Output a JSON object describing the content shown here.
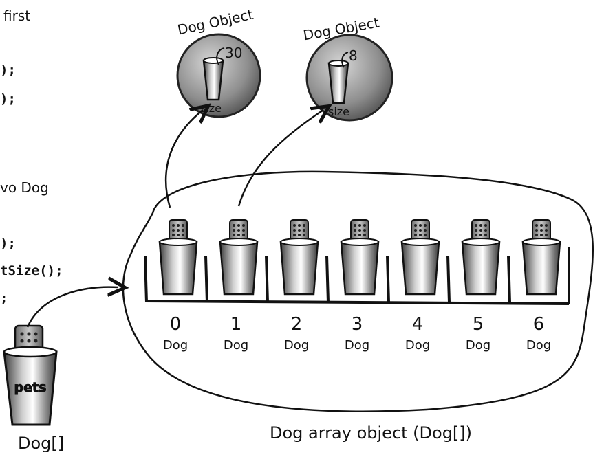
{
  "code_fragments": {
    "line_first": "first",
    "line_1": ");",
    "line_2": ");",
    "line_dog": "vo Dog",
    "line_3": ");",
    "line_4": "tSize();",
    "line_5": ";"
  },
  "dog_objects": [
    {
      "title": "Dog Object",
      "value": "30",
      "field": "size"
    },
    {
      "title": "Dog Object",
      "value": "8",
      "field": "size"
    }
  ],
  "array": {
    "indices": [
      "0",
      "1",
      "2",
      "3",
      "4",
      "5",
      "6"
    ],
    "type_labels": [
      "Dog",
      "Dog",
      "Dog",
      "Dog",
      "Dog",
      "Dog",
      "Dog"
    ],
    "caption": "Dog array object (Dog[])"
  },
  "reference": {
    "var_name": "pets",
    "type_label": "Dog[]"
  },
  "colors": {
    "ink": "#111111",
    "cup_dark": "#5a5a5a",
    "cup_light": "#f2f2f2",
    "circle_fill": "#8c8c8c"
  }
}
